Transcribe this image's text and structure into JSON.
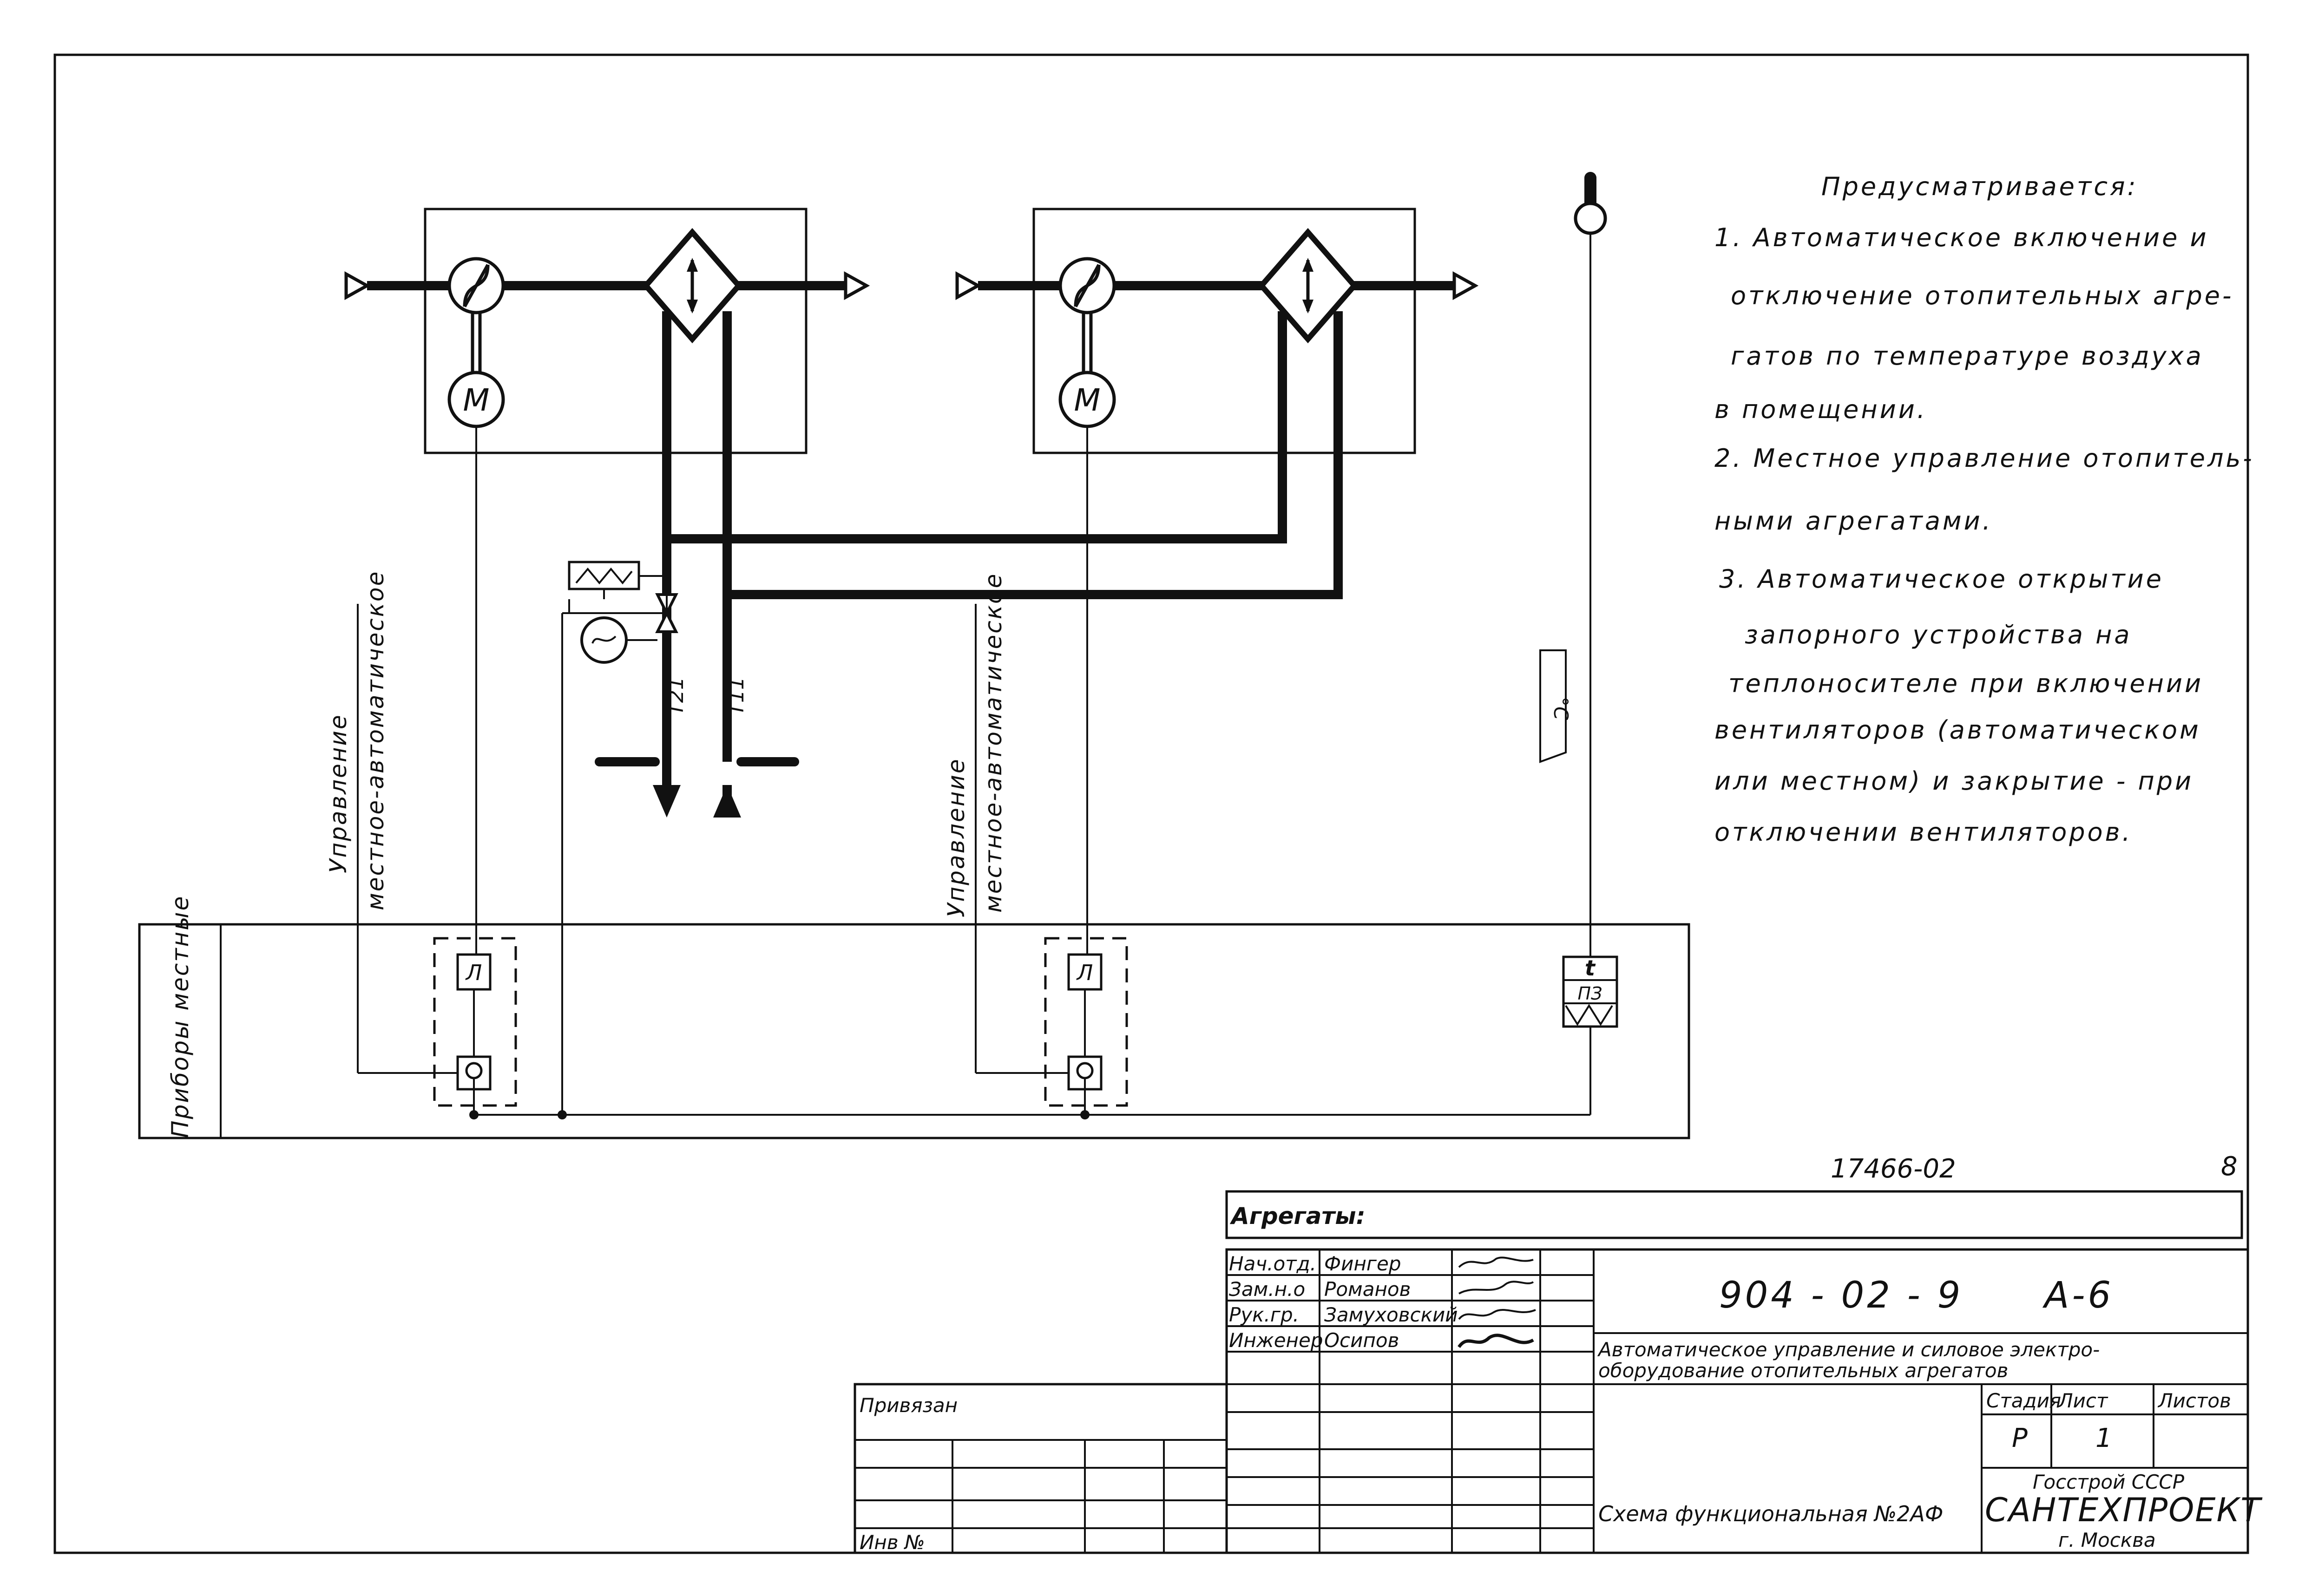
{
  "notes": {
    "heading": "Предусматривается:",
    "lines": [
      "1. Автоматическое включение и",
      "отключение отопительных агре-",
      "гатов по температуре воздуха",
      "в помещении.",
      "2. Местное управление отопитель-",
      "ными агрегатами.",
      "3. Автоматическое открытие",
      "запорного устройства на",
      "теплоносителе при включении",
      "вентиляторов (автоматическом",
      "или местном) и закрытие - при",
      "отключении вентиляторов."
    ]
  },
  "labels": {
    "control_line1": "Управление",
    "control_line2": "местное-автоматическое",
    "row_label": "Приборы местные",
    "pipe_return": "T21",
    "pipe_supply": "T11",
    "temp_unit": "°C",
    "motor": "M",
    "relay": "Л",
    "sensor_t": "t",
    "sensor_code": "ПЗ"
  },
  "title_block": {
    "drawing_code": "17466-02",
    "sheet_corner": "8",
    "units_label": "Агрегаты:",
    "signatures": [
      {
        "role": "Нач.отд.",
        "name": "Фингер"
      },
      {
        "role": "Зам.н.о",
        "name": "Романов"
      },
      {
        "role": "Рук.гр.",
        "name": "Замуховский"
      },
      {
        "role": "Инженер",
        "name": "Осипов"
      }
    ],
    "project_number": "904 - 02 - 9",
    "album": "А-6",
    "description_line1": "Автоматическое управление и силовое электро-",
    "description_line2": "оборудование отопительных агрегатов",
    "stage_header": "Стадия",
    "sheet_header": "Лист",
    "sheets_header": "Листов",
    "stage_value": "Р",
    "sheet_value": "1",
    "scheme_title": "Схема функциональная №2АФ",
    "org_line1": "Госстрой СССР",
    "org_line2": "САНТЕХПРОЕКТ",
    "org_line3": "г. Москва",
    "bound_label": "Привязан",
    "inv_label": "Инв №"
  }
}
